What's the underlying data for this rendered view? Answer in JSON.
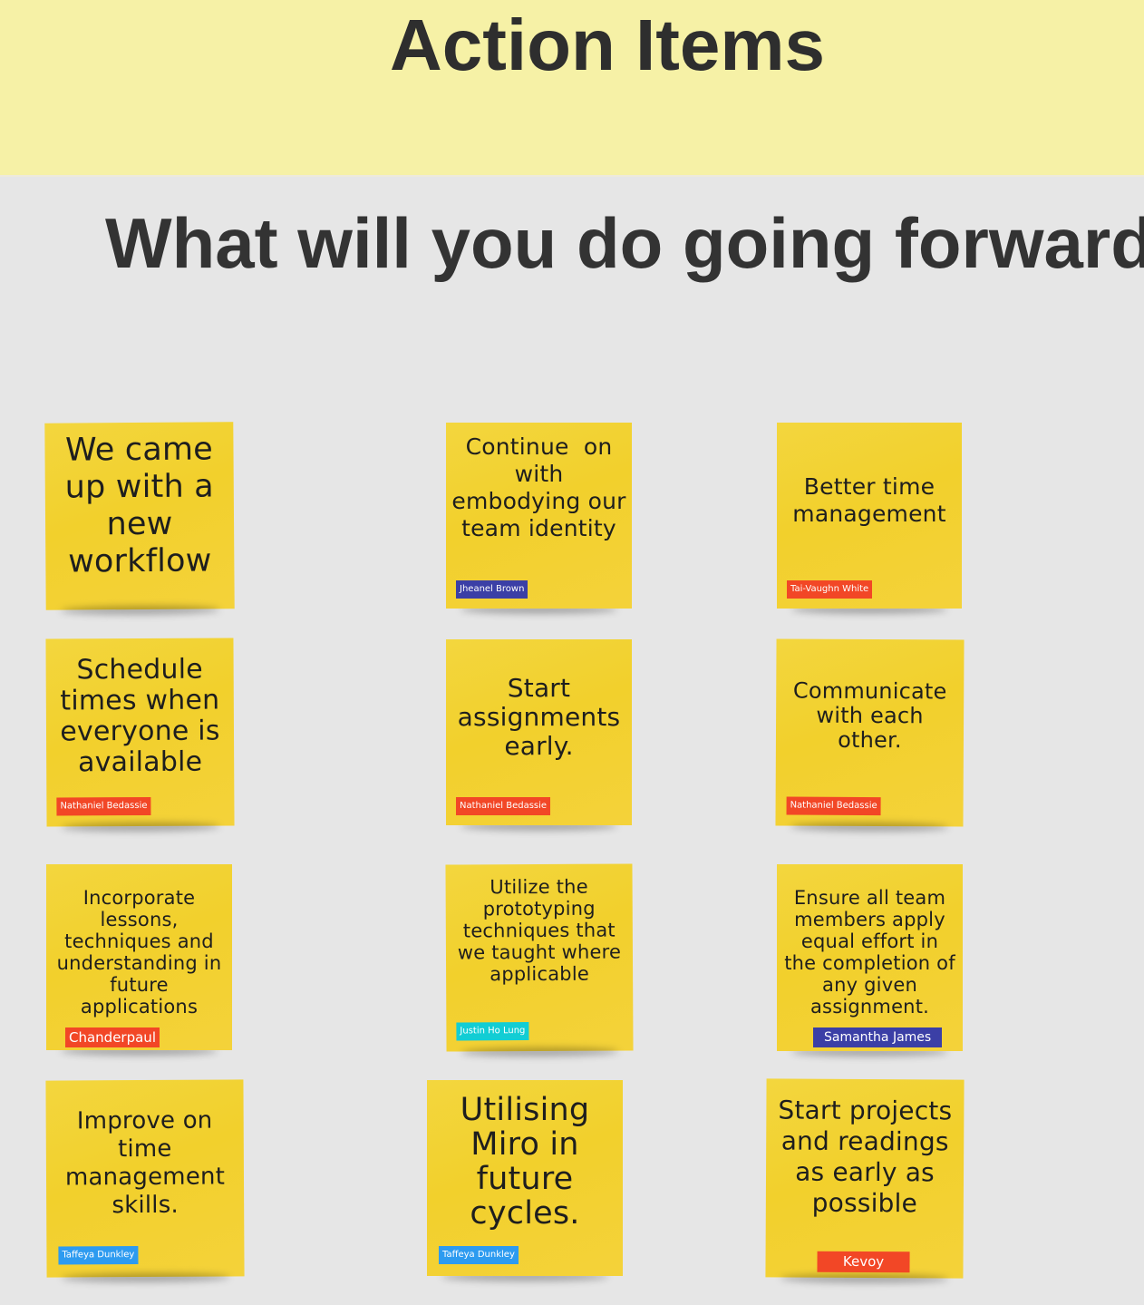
{
  "board": {
    "title": "Action Items",
    "subtitle": "What will you do going forward?"
  },
  "colors": {
    "header_band": "#f6f1a6",
    "canvas": "#e6e6e6",
    "sticky": "#f2d02c",
    "tag_blue": "#3b3fa6",
    "tag_red": "#f24726",
    "tag_cyan": "#12cdd4",
    "tag_light_blue": "#2d9bf0"
  },
  "stickies": [
    {
      "text": "We came up with a new workflow",
      "author": ""
    },
    {
      "text": "Continue  on with embodying our team identity",
      "author": "Jheanel Brown",
      "tag_color": "blue"
    },
    {
      "text": "Better time management",
      "author": "Tai-Vaughn White",
      "tag_color": "red"
    },
    {
      "text": "Schedule times when everyone is available",
      "author": "Nathaniel Bedassie",
      "tag_color": "red"
    },
    {
      "text": "Start assignments early.",
      "author": "Nathaniel Bedassie",
      "tag_color": "red"
    },
    {
      "text": "Communicate with each other.",
      "author": "Nathaniel Bedassie",
      "tag_color": "red"
    },
    {
      "text": "Incorporate lessons, techniques and understanding in future applications",
      "author": "Chanderpaul",
      "tag_color": "red"
    },
    {
      "text": "Utilize the prototyping techniques that we taught where applicable",
      "author": "Justin Ho Lung",
      "tag_color": "cyan"
    },
    {
      "text": "Ensure all team members apply equal effort in the completion of any given assignment.",
      "author": "Samantha James",
      "tag_color": "blue"
    },
    {
      "text": "Improve on time management skills.",
      "author": "Taffeya Dunkley",
      "tag_color": "light_blue"
    },
    {
      "text": "Utilising Miro in future cycles.",
      "author": "Taffeya Dunkley",
      "tag_color": "light_blue"
    },
    {
      "text": "Start projects and readings as early as possible",
      "author": "Kevoy",
      "tag_color": "red"
    }
  ]
}
